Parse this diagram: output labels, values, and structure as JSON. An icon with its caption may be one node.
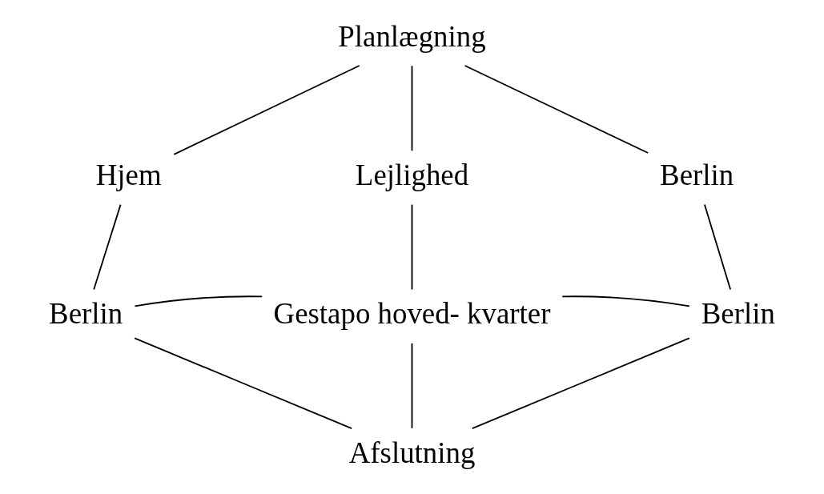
{
  "diagram": {
    "nodes": [
      {
        "text": [
          "Planlægning"
        ]
      },
      {
        "text": [
          "Hjem"
        ]
      },
      {
        "text": [
          "Lejlighed"
        ]
      },
      {
        "text": [
          "Berlin"
        ]
      },
      {
        "text": [
          "Berlin"
        ]
      },
      {
        "text": [
          "Gestapo hoved- kvarter"
        ]
      },
      {
        "text": [
          "Berlin"
        ]
      },
      {
        "text": [
          "Afslutning"
        ]
      }
    ],
    "edges": [
      {
        "from": 0,
        "to": 1,
        "arrow": "none"
      },
      {
        "from": 0,
        "to": 2,
        "arrow": "none"
      },
      {
        "from": 0,
        "to": 3,
        "arrow": "none"
      },
      {
        "from": 1,
        "to": 4,
        "arrow": "none"
      },
      {
        "from": 2,
        "to": 5,
        "arrow": "none"
      },
      {
        "from": 3,
        "to": 6,
        "arrow": "none"
      },
      {
        "from": 4,
        "to": 5,
        "arrow": "none"
      },
      {
        "from": 5,
        "to": 6,
        "arrow": "none"
      },
      {
        "from": 4,
        "to": 7,
        "arrow": "none"
      },
      {
        "from": 5,
        "to": 7,
        "arrow": "none"
      },
      {
        "from": 6,
        "to": 7,
        "arrow": "none"
      }
    ]
  }
}
